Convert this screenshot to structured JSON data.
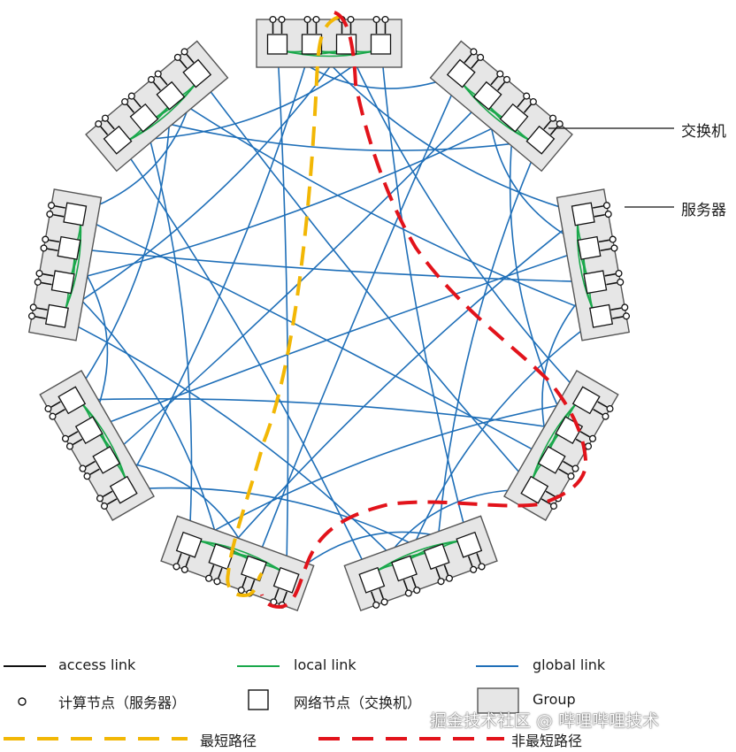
{
  "colors": {
    "access": "#111111",
    "local": "#1aa84b",
    "global": "#1f6fb8",
    "group_fill": "#e6e6e6",
    "group_stroke": "#555555",
    "shortest": "#f2b705",
    "non_shortest": "#e2131b"
  },
  "callouts": {
    "switch": "交换机",
    "server": "服务器"
  },
  "legend": {
    "access_link": "access link",
    "local_link": "local link",
    "global_link": "global link",
    "compute_node": "计算节点（服务器）",
    "network_node": "网络节点（交换机）",
    "group": "Group",
    "shortest_path": "最短路径",
    "non_shortest_path": "非最短路径"
  },
  "watermark": "掘金技术社区 @ 哔哩哔哩技术"
}
